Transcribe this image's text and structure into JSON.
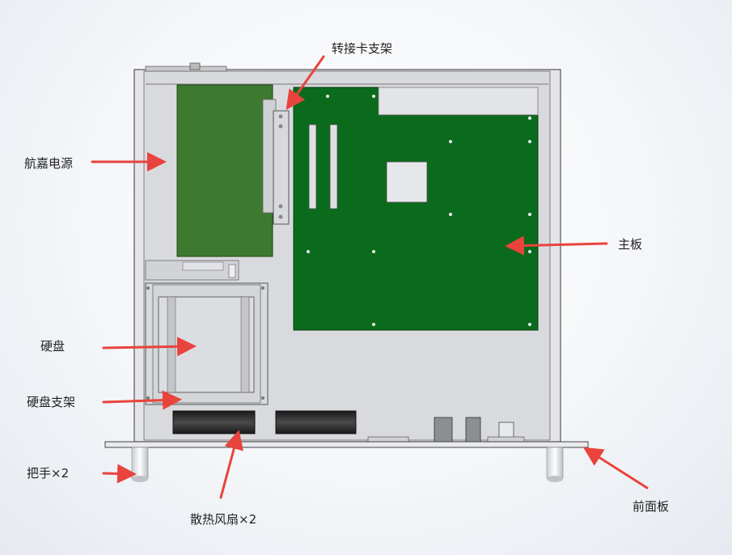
{
  "labels": {
    "adapter_bracket": "转接卡支架",
    "power_supply": "航嘉电源",
    "motherboard": "主板",
    "hard_disk": "硬盘",
    "disk_bracket": "硬盘支架",
    "handle": "把手×2",
    "fans": "散热风扇×2",
    "front_panel": "前面板"
  },
  "colors": {
    "arrow": "#e8433c",
    "pcb": "#0b6b1c",
    "psu_board": "#3d7a2f",
    "chassis": "#dcdde0",
    "chassis_edge": "#555555"
  }
}
